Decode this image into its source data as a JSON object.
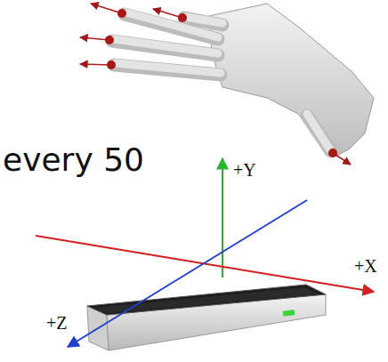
{
  "diagram": {
    "labels": [
      "every 50",
      "+Y",
      "+X",
      "+Z"
    ]
  }
}
